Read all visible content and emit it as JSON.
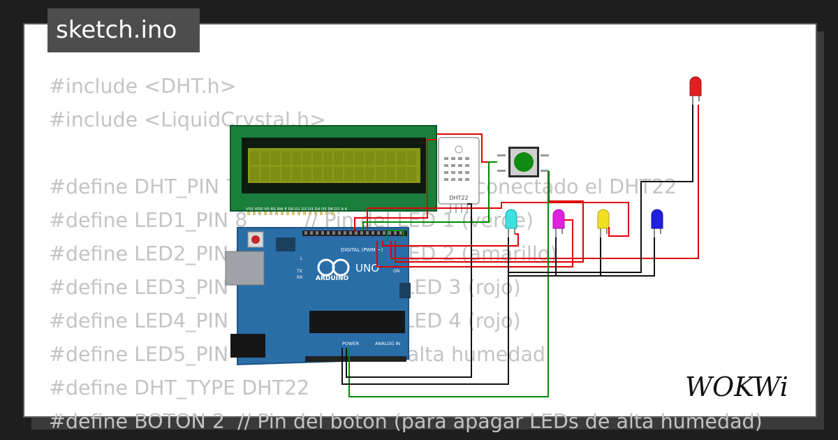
{
  "tab": {
    "title": "sketch.ino"
  },
  "code": {
    "lines": [
      "#include <DHT.h>",
      "#include <LiquidCrystal.h>",
      "",
      "#define DHT_PIN 7          // Pin donde está conectado el DHT22",
      "#define LED1_PIN 8         // Pin del LED 1 (verde)",
      "#define LED2_PIN 9         // Pin del LED 2 (amarillo)",
      "#define LED3_PIN 10        // Pin del LED 3 (rojo)",
      "#define LED4_PIN 11        // Pin del LED 4 (rojo)",
      "#define LED5_PIN 12        // LED de alta humedad",
      "#define DHT_TYPE DHT22",
      "#define BOTON 2  // Pin del boton (para apagar LEDs de alta humedad)"
    ]
  },
  "circuit": {
    "board_brand": "ARDUINO",
    "board_model": "UNO",
    "digital_label": "DIGITAL (PWM ~)",
    "power_label": "POWER",
    "analog_label": "ANALOG IN",
    "sensor_label": "DHT22",
    "lcd_pins": "VSS VDD V0 RS RW E D0 D1 D2 D3 D4 D5 D6 D7 A K",
    "on_label": "ON",
    "tx_label": "TX",
    "rx_label": "RX",
    "l_label": "L"
  },
  "brand": {
    "logo": "WOKWi"
  },
  "colors": {
    "background": "#1e1e1e",
    "card": "#ffffff",
    "tab": "#4d4d4d",
    "code_text": "#c4c4c4",
    "board": "#2a6ea8",
    "lcd_pcb": "#1a7f3c",
    "lcd_screen": "#8a9a18",
    "wire_red": "#e00000",
    "wire_green": "#008a00",
    "wire_black": "#111111"
  }
}
